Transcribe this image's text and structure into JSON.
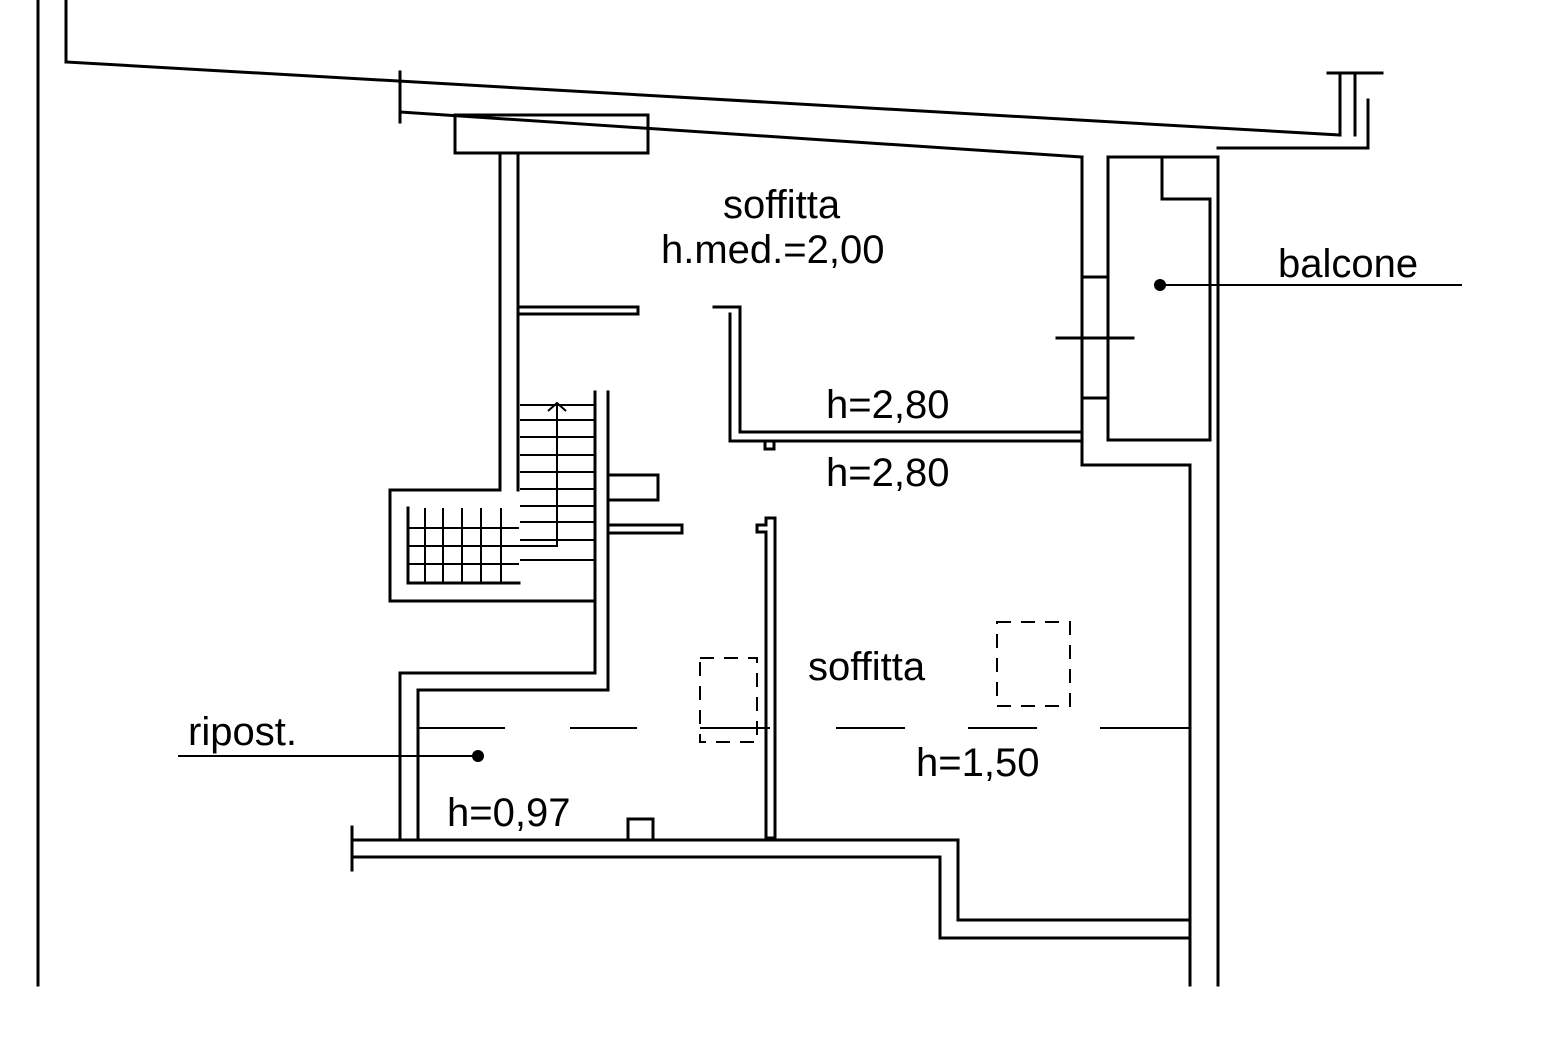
{
  "rooms": [
    {
      "name": "soffitta",
      "height": "h.med.=2,00"
    },
    {
      "name": "soffitta",
      "height": "h=1,50"
    }
  ],
  "labels": {
    "balcone": "balcone",
    "ripostiglio": "ripost.",
    "ripostiglio_height": "h=0,97",
    "corridor_height_upper": "h=2,80",
    "corridor_height_lower": "h=2,80"
  }
}
